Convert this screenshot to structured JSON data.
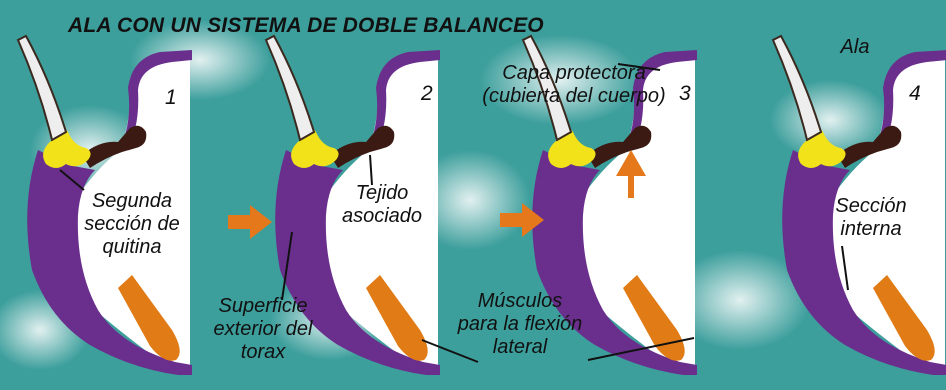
{
  "title": "ALA CON UN SISTEMA DE DOBLE BALANCEO",
  "panels": [
    {
      "number": "1",
      "labels": [
        "Segunda",
        "sección de",
        "quitina"
      ]
    },
    {
      "number": "2",
      "labels": [
        "Tejido",
        "asociado"
      ]
    },
    {
      "number": "3",
      "labels": [
        "Capa protectora",
        "(cubierta del cuerpo)"
      ]
    },
    {
      "number": "4",
      "labels": [
        "Ala",
        "Sección",
        "interna"
      ]
    }
  ],
  "shared_labels": {
    "thorax": [
      "Superficie",
      "exterior del",
      "torax"
    ],
    "muscles": [
      "Músculos",
      "para la flexión",
      "lateral"
    ]
  },
  "colors": {
    "background": "#3d9f9c",
    "cuticle": "#6a2f8c",
    "hinge": "#f2e21a",
    "muscle": "#e07b16",
    "tissue": "#3a1a12",
    "arrow": "#e5781a",
    "inner": "#ffffff"
  },
  "icons": [
    "right-arrow-icon",
    "up-arrow-icon"
  ]
}
